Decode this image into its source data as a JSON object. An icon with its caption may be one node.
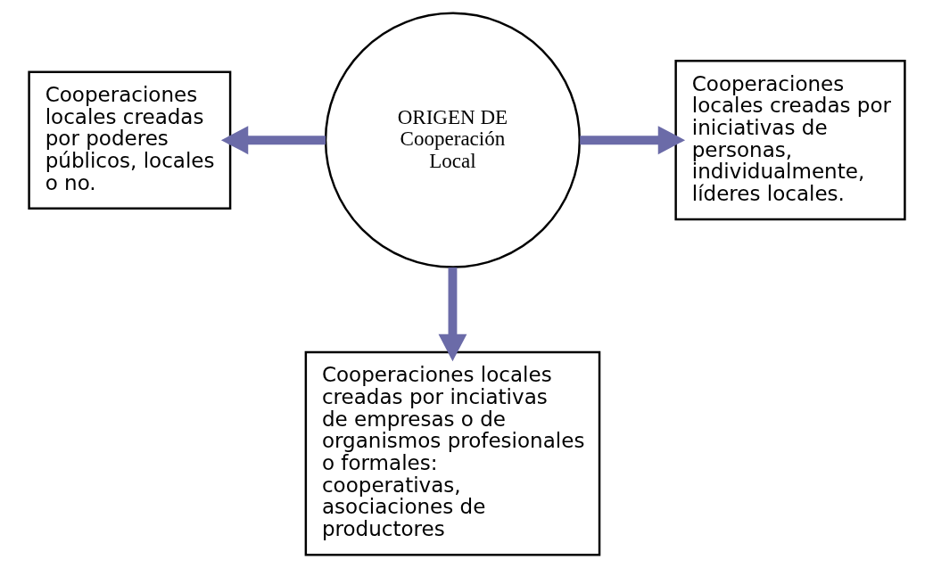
{
  "diagram": {
    "nodes": [
      {
        "text": [
          "Cooperaciones locales creadas por poderes públicos, locales o no."
        ]
      },
      {
        "text": [
          "ORIGEN DE Cooperación Local"
        ]
      },
      {
        "text": [
          "Cooperaciones locales creadas por iniciativas de personas, individualmente, líderes locales."
        ]
      },
      {
        "text": [
          "Cooperaciones locales creadas por inciativas de empresas o de organismos profesionales o formales: cooperativas, asociaciones de productores"
        ]
      }
    ],
    "edges": [
      {
        "from": 1,
        "to": 0,
        "arrow": "to"
      },
      {
        "from": 1,
        "to": 2,
        "arrow": "to"
      },
      {
        "from": 1,
        "to": 3,
        "arrow": "to"
      }
    ]
  }
}
